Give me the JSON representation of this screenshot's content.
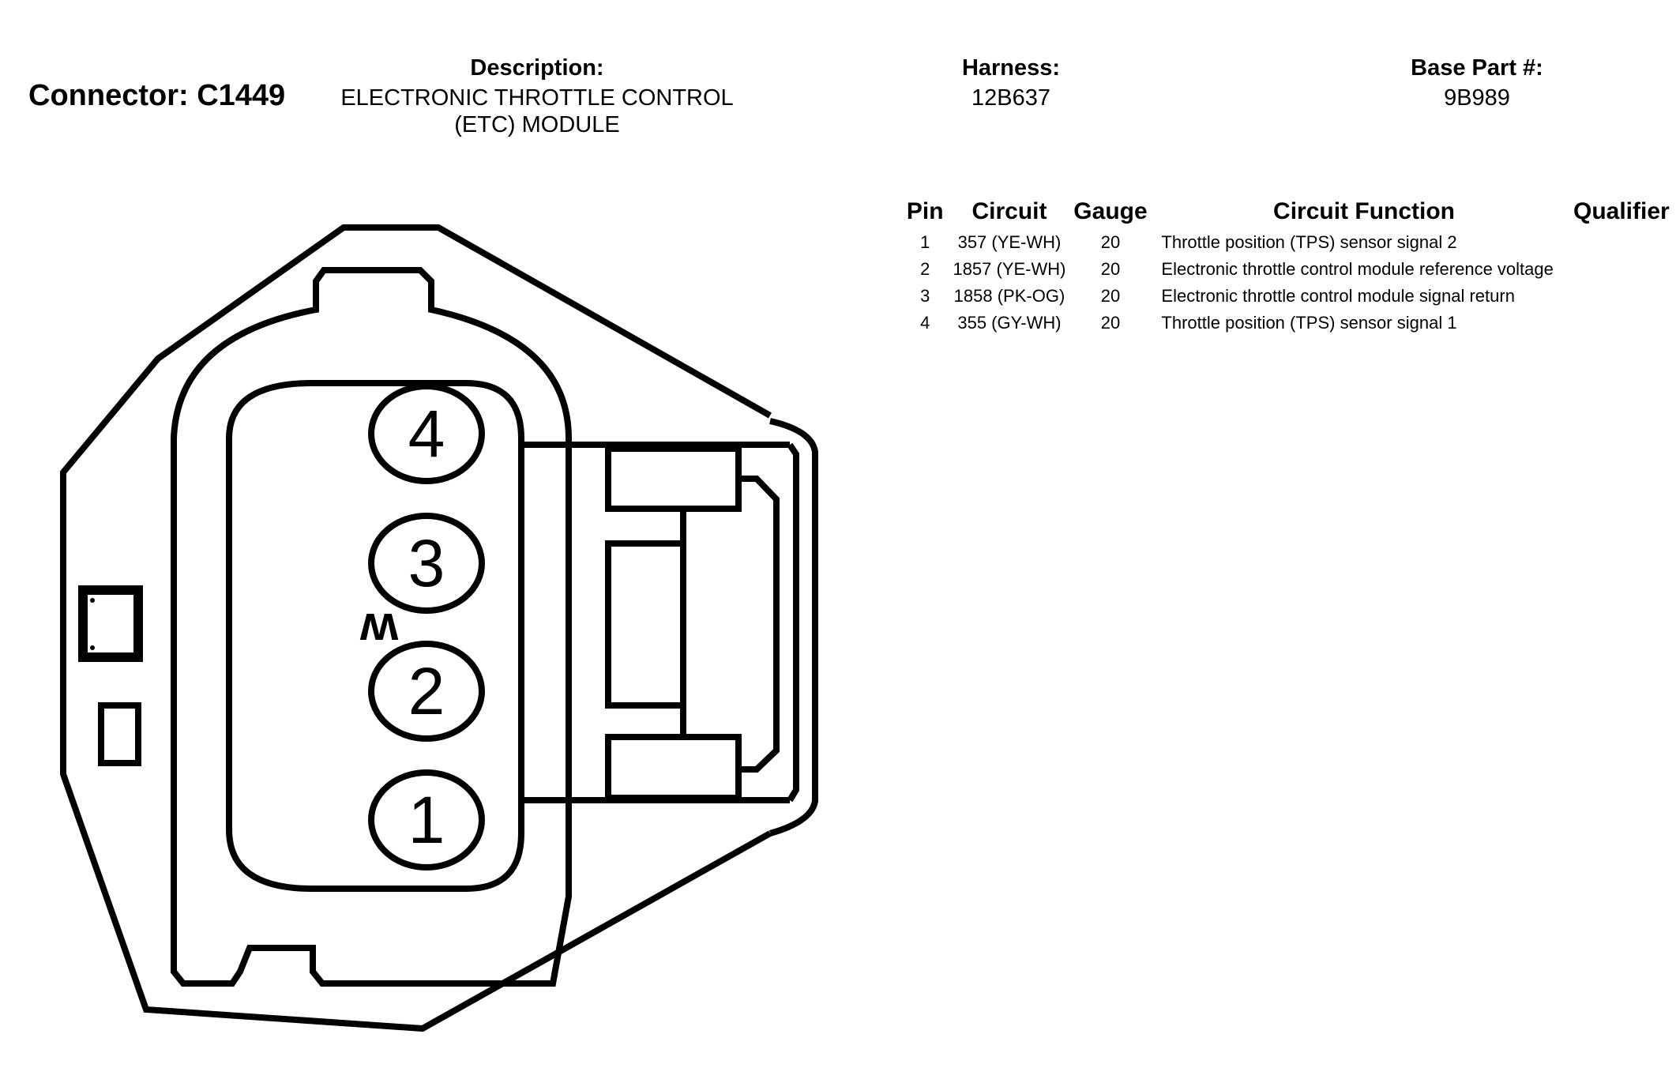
{
  "header": {
    "connector_title": "Connector: C1449",
    "description_label": "Description:",
    "description_lines": [
      "ELECTRONIC THROTTLE CONTROL",
      "(ETC) MODULE"
    ],
    "harness_label": "Harness:",
    "harness_value": "12B637",
    "base_part_label": "Base Part #:",
    "base_part_value": "9B989"
  },
  "table": {
    "headers": {
      "pin": "Pin",
      "circuit": "Circuit",
      "gauge": "Gauge",
      "function": "Circuit Function",
      "qualifier": "Qualifier"
    },
    "rows": [
      {
        "pin": "1",
        "circuit": "357 (YE-WH)",
        "gauge": "20",
        "function": "Throttle position (TPS) sensor signal 2",
        "qualifier": ""
      },
      {
        "pin": "2",
        "circuit": "1857 (YE-WH)",
        "gauge": "20",
        "function": "Electronic throttle control module reference voltage",
        "qualifier": ""
      },
      {
        "pin": "3",
        "circuit": "1858 (PK-OG)",
        "gauge": "20",
        "function": "Electronic throttle control module signal return",
        "qualifier": ""
      },
      {
        "pin": "4",
        "circuit": "355 (GY-WH)",
        "gauge": "20",
        "function": "Throttle position (TPS) sensor signal 1",
        "qualifier": ""
      }
    ]
  },
  "diagram": {
    "pin_labels": [
      "4",
      "3",
      "2",
      "1"
    ],
    "keying_mark": "w"
  }
}
